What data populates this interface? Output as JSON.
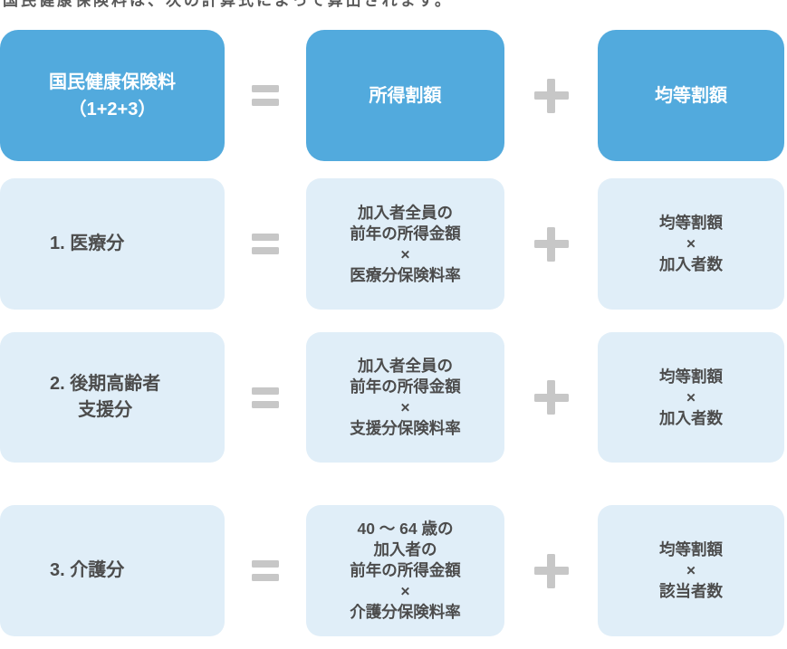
{
  "header": {
    "cropped_text": "国民健康保険料は、次の計算式によって算出されます。"
  },
  "colors": {
    "primary_box": "#52aadd",
    "light_box": "#e0eef8",
    "dark_text": "#4c4c4c",
    "white_text": "#ffffff",
    "operator_gray": "#c7c7c7",
    "background": "#ffffff"
  },
  "operators": {
    "equals": "＝",
    "plus": "＋"
  },
  "formula": {
    "header": {
      "left": "国民健康保険料\n（1+2+3）",
      "mid": "所得割額",
      "right": "均等割額"
    },
    "rows": [
      {
        "left": "1. 医療分",
        "mid": "加入者全員の\n前年の所得金額\n×\n医療分保険料率",
        "right": "均等割額\n×\n加入者数"
      },
      {
        "left": "2. 後期高齢者\n支援分",
        "mid": "加入者全員の\n前年の所得金額\n×\n支援分保険料率",
        "right": "均等割額\n×\n加入者数"
      },
      {
        "left": "3. 介護分",
        "mid": "40 〜 64 歳の\n加入者の\n前年の所得金額\n×\n介護分保険料率",
        "right": "均等割額\n×\n該当者数"
      }
    ]
  }
}
